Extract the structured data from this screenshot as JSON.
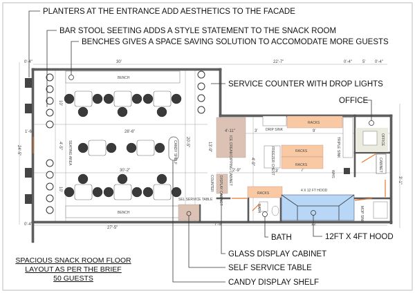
{
  "callouts": {
    "planters": "PLANTERS AT THE ENTRANCE ADD AESTHETICS TO THE FACADE",
    "bar_stool": "BAR STOOL SEETING ADDS A STYLE STATEMENT TO THE SNACK ROOM",
    "benches": "BENCHES GIVES A SPACE  SAVING SOLUTION TO ACCOMODATE MORE GUESTS",
    "service_counter": "SERVICE COUNTER WITH DROP LIGHTS",
    "office": "OFFICE",
    "bath": "BATH",
    "hood": "12FT X 4FT HOOD",
    "glass_display": "GLASS DISPLAY CABINET",
    "self_service": "SELF SERVICE TABLE",
    "candy_display": "CANDY DISPLAY SHELF"
  },
  "title": [
    "SPACIOUS SNACK ROOM FLOOR",
    "LAYOUT AS PER THE BRIEF",
    "50 GUESTS"
  ],
  "labels": {
    "bench": "BENCH",
    "seating_area": "SEATING AREA",
    "candy_shelf": "CANDY SHELF",
    "ice_cream": "ICE CREAM DIPPING CABINET",
    "racks": "RACKS",
    "drip_sink": "DRIP SINK",
    "freezer": "FREEZER CHEST",
    "triple_sink": "TRIPLE SINK",
    "whs": "WHS",
    "office_desk": "OFFICE",
    "cabinet": "CABINET",
    "hood": "4 X 12 FT HOOD",
    "display_cabinet": "DISPLAY CABINET",
    "counter": "COUNTER",
    "self_service_table": "SEL SERVICE TABLE",
    "mop_sink": "MOP SINK",
    "bath": "BATH"
  },
  "dimensions": {
    "top_30": "30'",
    "top_22_7": "22'-7\"",
    "d_0_4": "0'-4\"",
    "d_5": "5'",
    "mid_28_6": "28'-6\"",
    "mid_30_2": "30'-2\"",
    "left_24_5": "24'-5\"",
    "left_1_6": "1'-6\"",
    "row_10": "10'",
    "row_4_5": "4'-5\"",
    "bottom_27_5": "27'-5\"",
    "bottom_7_9": "7'-9\"",
    "bottom_12": "12'",
    "k_4_11": "4'-11\"",
    "k_3": "3'",
    "k_9": "9'",
    "k_7": "7'",
    "k_2_9": "2'-9\"",
    "k_13_9": "13'-9\"",
    "k_20_5": "20'-5\"",
    "k_4_9": "4'-9\"",
    "k_3_1": "3'-1\""
  },
  "colors": {
    "racks": "#f8c9a2",
    "cabinet_tan": "#dcc2b4",
    "hood_blue": "#b8d6f5",
    "door_orange": "#e8742a",
    "walls": "#666666"
  }
}
